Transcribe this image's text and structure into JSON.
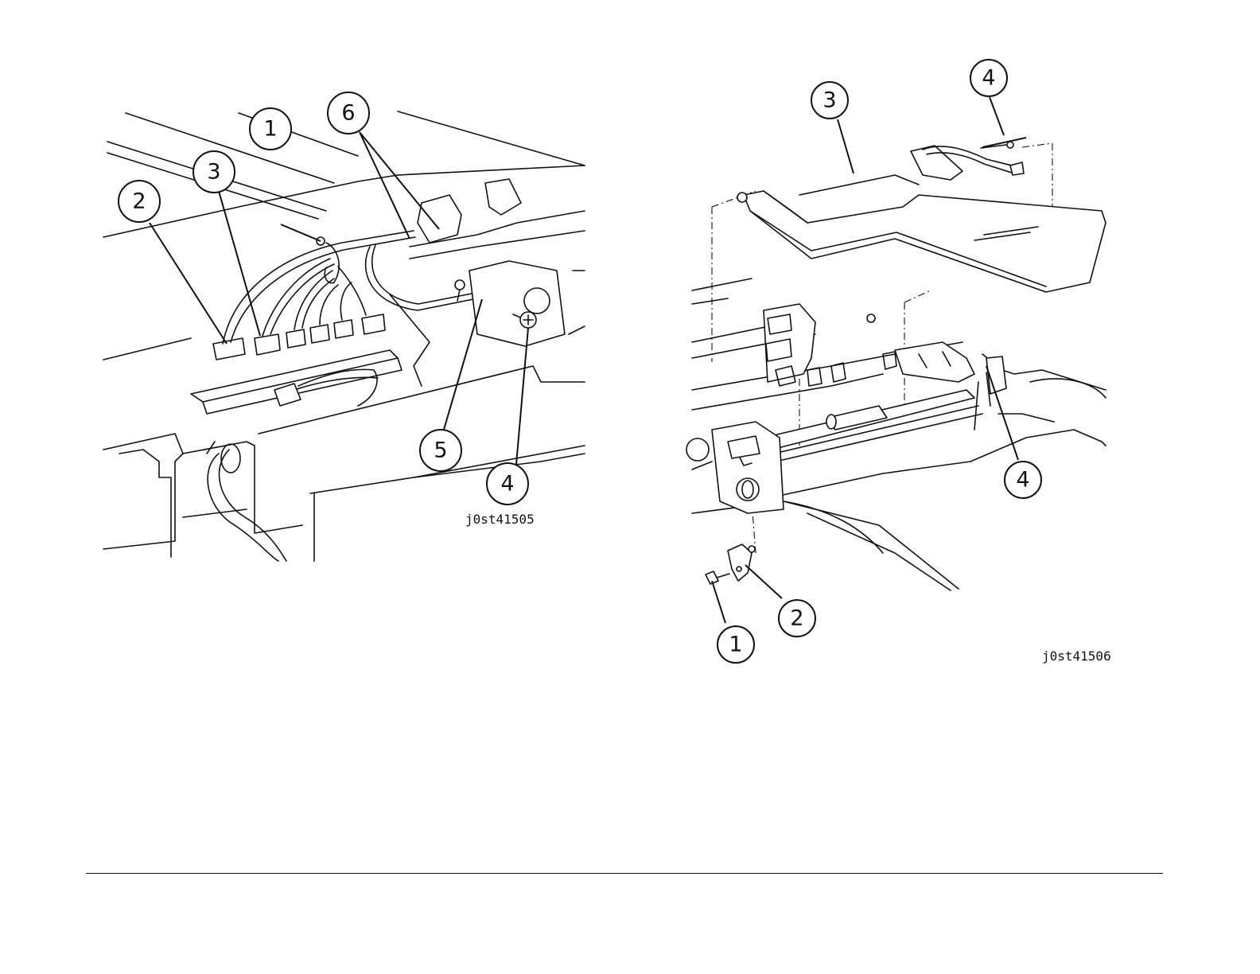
{
  "figures": [
    {
      "id": "j0st41505",
      "callouts": [
        "1",
        "2",
        "3",
        "4",
        "5",
        "6"
      ]
    },
    {
      "id": "j0st41506",
      "callouts": [
        "1",
        "2",
        "3",
        "4",
        "4"
      ]
    }
  ]
}
